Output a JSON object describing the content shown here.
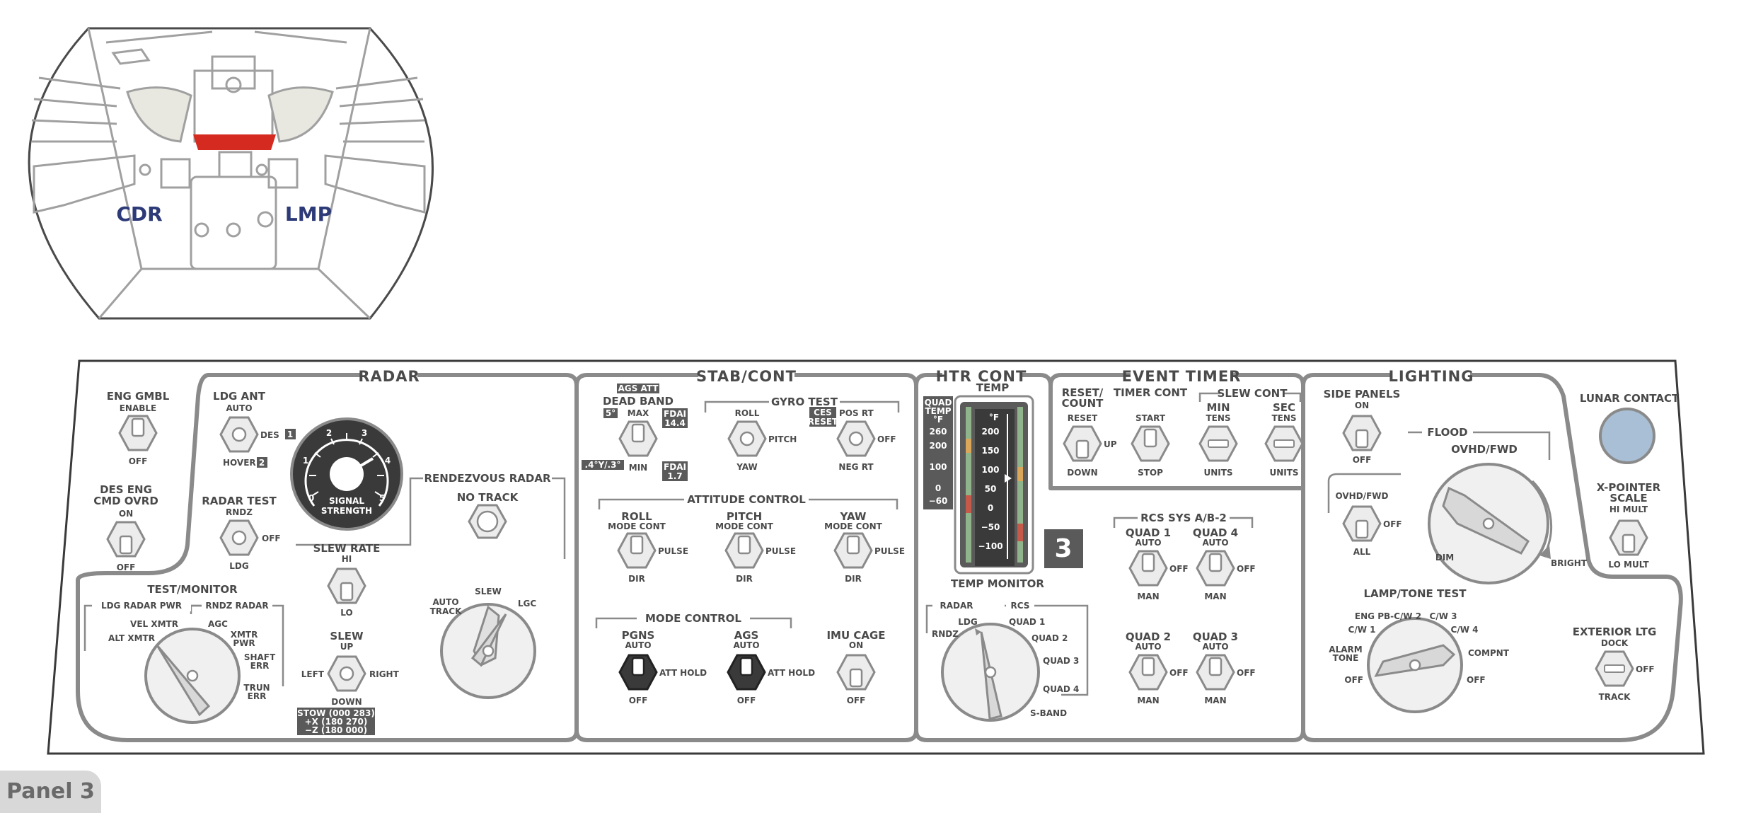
{
  "cockpit": {
    "left_seat": "CDR",
    "right_seat": "LMP"
  },
  "panel_tab": "Panel 3",
  "panel_number": "3",
  "sections": {
    "radar": "RADAR",
    "stab_cont": "STAB/CONT",
    "htr_cont": "HTR CONT",
    "event_timer": "EVENT TIMER",
    "lighting": "LIGHTING"
  },
  "eng_gmbl": {
    "title": "ENG GMBL",
    "top": "ENABLE",
    "bottom": "OFF"
  },
  "des_eng": {
    "title1": "DES ENG",
    "title2": "CMD OVRD",
    "top": "ON",
    "bottom": "OFF"
  },
  "ldg_ant": {
    "title": "LDG ANT",
    "top": "AUTO",
    "right": "DES",
    "right_tag": "1",
    "bottom": "HOVER",
    "bottom_tag": "2"
  },
  "radar_test": {
    "title": "RADAR TEST",
    "top": "RNDZ",
    "right": "OFF",
    "bottom": "LDG"
  },
  "signal_strength": {
    "label1": "SIGNAL",
    "label2": "STRENGTH",
    "ticks": [
      "0",
      "1",
      "2",
      "3",
      "4",
      "5"
    ]
  },
  "rendezvous_radar": {
    "title": "RENDEZVOUS RADAR",
    "no_track": "NO TRACK"
  },
  "slew_rate": {
    "title": "SLEW RATE",
    "top": "HI",
    "bottom": "LO"
  },
  "slew": {
    "title": "SLEW",
    "up": "UP",
    "down": "DOWN",
    "left": "LEFT",
    "right": "RIGHT",
    "stow": [
      "STOW (000 283)",
      "+X (180 270)",
      "−Z (180 000)"
    ]
  },
  "rr_mode": {
    "auto_track": [
      "AUTO",
      "TRACK"
    ],
    "slew": "SLEW",
    "lgc": "LGC"
  },
  "test_monitor": {
    "title": "TEST/MONITOR",
    "ldg_radar_pwr": "LDG RADAR PWR",
    "rndz_radar": "RNDZ RADAR",
    "vel_xmtr": "VEL XMTR",
    "agc": "AGC",
    "alt_xmtr": "ALT XMTR",
    "xmtr_pwr": [
      "XMTR",
      "PWR"
    ],
    "shaft_err": [
      "SHAFT",
      "ERR"
    ],
    "trun_err": [
      "TRUN",
      "ERR"
    ]
  },
  "dead_band": {
    "ags_att": "AGS ATT",
    "title": "DEAD BAND",
    "five": "5°",
    "max": "MAX",
    "fdai_a": [
      "FDAI",
      "14.4"
    ],
    "min_tag": ".4°Y/.3°",
    "min": "MIN",
    "fdai_b": [
      "FDAI",
      "1.7"
    ]
  },
  "gyro_test": {
    "title": "GYRO TEST",
    "roll": "ROLL",
    "pitch": "PITCH",
    "yaw": "YAW",
    "ces_reset": [
      "CES",
      "RESET"
    ],
    "pos_rt": "POS RT",
    "off": "OFF",
    "neg_rt": "NEG RT"
  },
  "attitude_control": {
    "title": "ATTITUDE CONTROL",
    "axes": [
      "ROLL",
      "PITCH",
      "YAW"
    ],
    "top": "MODE CONT",
    "right": "PULSE",
    "bottom": "DIR"
  },
  "mode_control": {
    "title": "MODE CONTROL",
    "pgns": "PGNS",
    "ags": "AGS",
    "auto": "AUTO",
    "att_hold": "ATT HOLD",
    "off": "OFF"
  },
  "imu_cage": {
    "title": "IMU CAGE",
    "top": "ON",
    "bottom": "OFF"
  },
  "temp_meter": {
    "title": "TEMP",
    "quad_temp": [
      "QUAD",
      "TEMP",
      "°F"
    ],
    "quad_scale": [
      "260",
      "200",
      "100",
      "0",
      "−60"
    ],
    "unit": "°F",
    "scale": [
      "200",
      "150",
      "100",
      "50",
      "0",
      "−50",
      "−100"
    ]
  },
  "temp_monitor": {
    "title": "TEMP MONITOR",
    "radar": "RADAR",
    "rcs": "RCS",
    "ldg": "LDG",
    "rndz": "RNDZ",
    "quads": [
      "QUAD 1",
      "QUAD 2",
      "QUAD 3",
      "QUAD 4"
    ],
    "s_band": "S-BAND"
  },
  "event_timer": {
    "reset_count": [
      "RESET/",
      "COUNT"
    ],
    "reset": "RESET",
    "up": "UP",
    "down": "DOWN",
    "timer_cont": "TIMER CONT",
    "start": "START",
    "stop": "STOP",
    "slew_cont": "SLEW CONT",
    "min": "MIN",
    "sec": "SEC",
    "tens": "TENS",
    "units": "UNITS"
  },
  "rcs_sys": {
    "title": "RCS SYS A/B-2",
    "quads": [
      "QUAD 1",
      "QUAD 4",
      "QUAD 2",
      "QUAD 3"
    ],
    "top": "AUTO",
    "right": "OFF",
    "bottom": "MAN"
  },
  "lighting": {
    "side_panels": "SIDE PANELS",
    "on": "ON",
    "off": "OFF",
    "flood": "FLOOD",
    "ovhd_fwd_title": "OVHD/FWD",
    "ovhd_fwd_sw": "OVHD/FWD",
    "all": "ALL",
    "dim": "DIM",
    "bright": "BRIGHT",
    "lunar_contact": "LUNAR CONTACT",
    "xpointer": [
      "X-POINTER",
      "SCALE"
    ],
    "hi_mult": "HI MULT",
    "lo_mult": "LO MULT",
    "lamp_tone": "LAMP/TONE TEST",
    "eng_pb": "ENG PB-C/W 2",
    "cw1": "C/W 1",
    "cw3": "C/W 3",
    "cw4": "C/W 4",
    "alarm_tone": [
      "ALARM",
      "TONE"
    ],
    "compnt": "COMPNT",
    "ext_ltg": "EXTERIOR LTG",
    "dock": "DOCK",
    "track": "TRACK"
  },
  "colors": {
    "stroke": "#8a8a8a",
    "text": "#4a4a4a",
    "highlight": "#d42a1f",
    "crew_label": "#2d3a78",
    "lunar_contact": "#a9bfd6",
    "badge": "#5a5a5a"
  }
}
